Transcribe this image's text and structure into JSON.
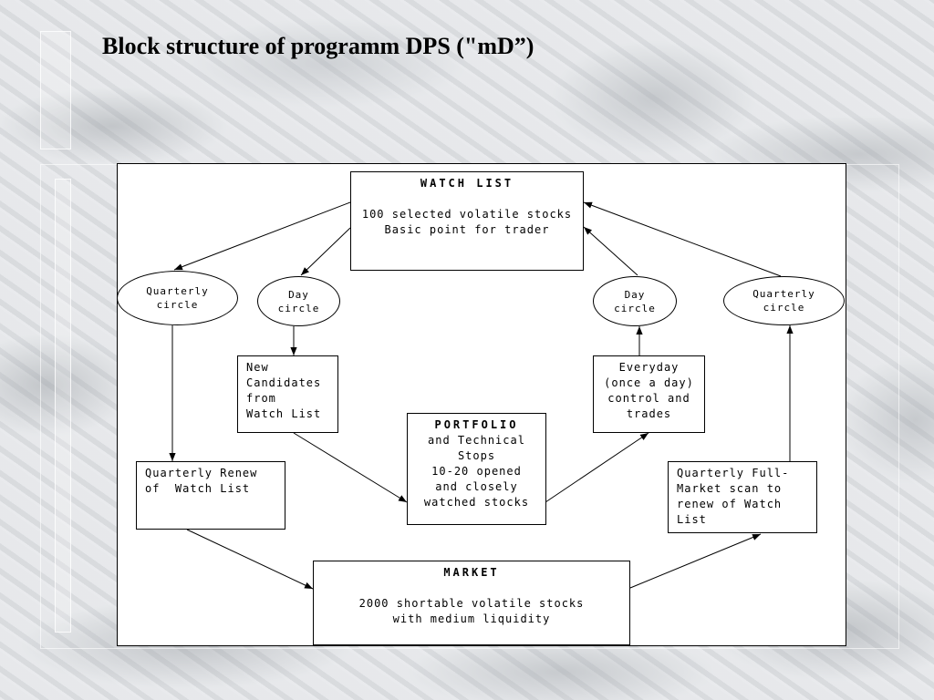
{
  "title": "Block structure of programm DPS (\"mD”)",
  "watch_list": {
    "heading": "WATCH LIST",
    "line1": "100 selected volatile stocks",
    "line2": "Basic point for trader"
  },
  "ovals": {
    "quarterly_left": [
      "Quarterly",
      "circle"
    ],
    "day_left": [
      "Day",
      "circle"
    ],
    "day_right": [
      "Day",
      "circle"
    ],
    "quarterly_right": [
      "Quarterly",
      "circle"
    ]
  },
  "new_candidates": [
    "New",
    "Candidates",
    "from",
    "Watch List"
  ],
  "everyday": [
    "Everyday",
    "(once a day)",
    "control and",
    "trades"
  ],
  "portfolio": {
    "heading": "PORTFOLIO",
    "lines": [
      "and Technical",
      "Stops",
      "10-20 opened",
      "and closely",
      "watched stocks"
    ]
  },
  "quarterly_renew": [
    "Quarterly Renew",
    "of  Watch List"
  ],
  "quarterly_full": [
    "Quarterly Full-",
    "Market scan to",
    "renew of Watch",
    "List"
  ],
  "market": {
    "heading": "MARKET",
    "line1": "2000 shortable volatile stocks",
    "line2": "with medium liquidity"
  }
}
